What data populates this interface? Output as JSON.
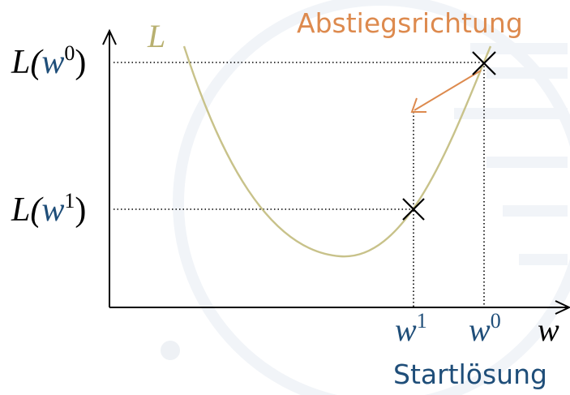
{
  "diagram": {
    "curve_label": "L",
    "descent_label": "Abstiegsrichtung",
    "start_label": "Startlösung",
    "y_axis_labels": {
      "L0_prefix": "L(",
      "L0_w": "w",
      "L0_sup": "0",
      "L0_close": ")",
      "L1_prefix": "L(",
      "L1_w": "w",
      "L1_sup": "1",
      "L1_close": ")"
    },
    "x_axis_labels": {
      "w1": "w",
      "w1_sup": "1",
      "w0": "w",
      "w0_sup": "0",
      "w_axis": "w"
    },
    "colors": {
      "curve": "#c8c28a",
      "curve_label": "#b8b070",
      "descent": "#dd8a4e",
      "start": "#1f4e79",
      "w_var": "#1f4e79",
      "axis": "#000000",
      "watermark": "#f1f4f8"
    },
    "icons": {
      "point_marker": "x-cross-icon"
    }
  }
}
